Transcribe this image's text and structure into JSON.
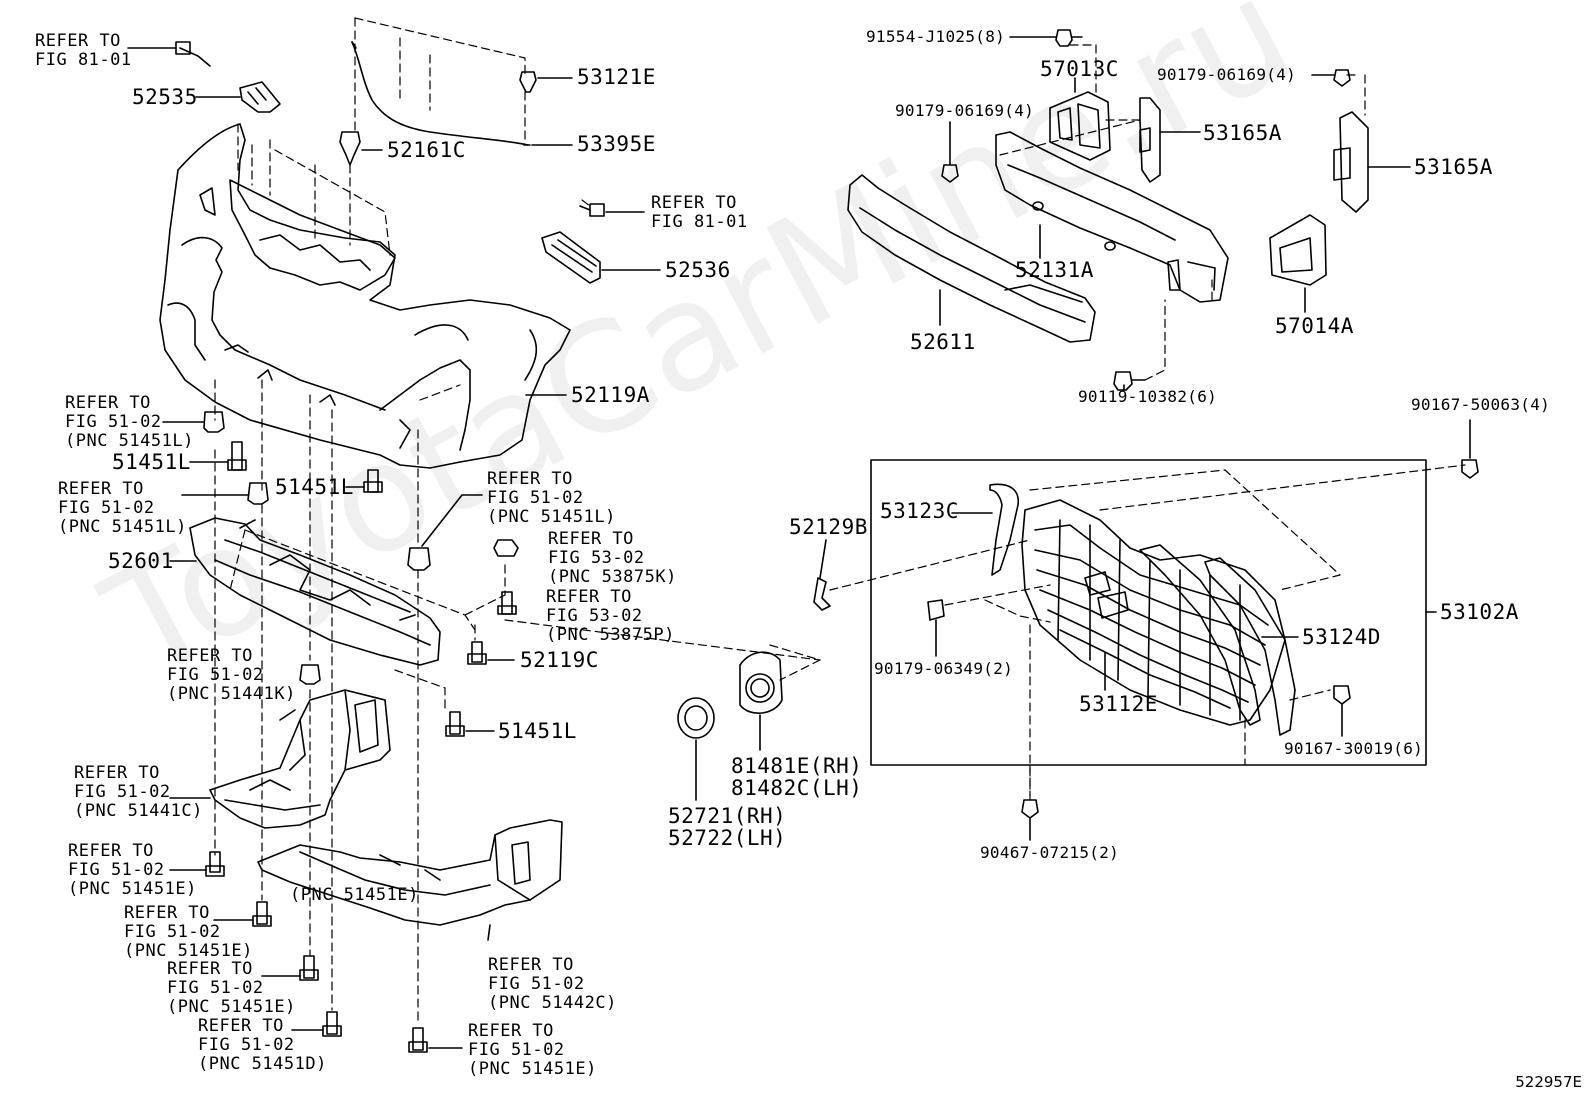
{
  "watermark": "ToyotaCarMine.ru",
  "diagram_id": "522957E",
  "labels": {
    "refer_81_01_a": "REFER TO\nFIG 81-01",
    "p52535": "52535",
    "p53121E": "53121E",
    "p52161C": "52161C",
    "p53395E": "53395E",
    "refer_81_01_b": "REFER TO\nFIG 81-01",
    "p52536": "52536",
    "p52119A": "52119A",
    "refer_51451L_a": "REFER TO\nFIG 51-02\n(PNC 51451L)",
    "p51451L_a": "51451L",
    "p51451L_b": "51451L",
    "refer_51451L_b": "REFER TO\nFIG 51-02\n(PNC 51451L)",
    "refer_51451L_c": "REFER TO\nFIG 51-02\n(PNC 51451L)",
    "p52601": "52601",
    "refer_53875K": "REFER TO\nFIG 53-02\n(PNC 53875K)",
    "refer_53875P": "REFER TO\nFIG 53-02\n(PNC 53875P)",
    "p52119C": "52119C",
    "refer_51441K": "REFER TO\nFIG 51-02\n(PNC 51441K)",
    "p51451L_c": "51451L",
    "refer_51441C": "REFER TO\nFIG 51-02\n(PNC 51441C)",
    "refer_51451E_a": "REFER TO\nFIG 51-02\n(PNC 51451E)",
    "pnc_51451E_mid": "(PNC 51451E)",
    "refer_51451E_b": "REFER TO\nFIG 51-02\n(PNC 51451E)",
    "refer_51451E_c": "REFER TO\nFIG 51-02\n(PNC 51451E)",
    "refer_51451D": "REFER TO\nFIG 51-02\n(PNC 51451D)",
    "refer_51442C": "REFER TO\nFIG 51-02\n(PNC 51442C)",
    "refer_51451E_d": "REFER TO\nFIG 51-02\n(PNC 51451E)",
    "c91554": "91554-J1025(8)",
    "p57013C": "57013C",
    "c90179_a": "90179-06169(4)",
    "c90179_b": "90179-06169(4)",
    "p53165A_a": "53165A",
    "p53165A_b": "53165A",
    "p52131A": "52131A",
    "p52611": "52611",
    "p57014A": "57014A",
    "c90119": "90119-10382(6)",
    "c90167_a": "90167-50063(4)",
    "p52129B": "52129B",
    "p53123C": "53123C",
    "p53102A": "53102A",
    "p53124D": "53124D",
    "c90179_06349": "90179-06349(2)",
    "p53112E": "53112E",
    "c90167_b": "90167-30019(6)",
    "c90467": "90467-07215(2)",
    "p8148": "81481E(RH)\n81482C(LH)",
    "p5272": "52721(RH)\n52722(LH)"
  }
}
